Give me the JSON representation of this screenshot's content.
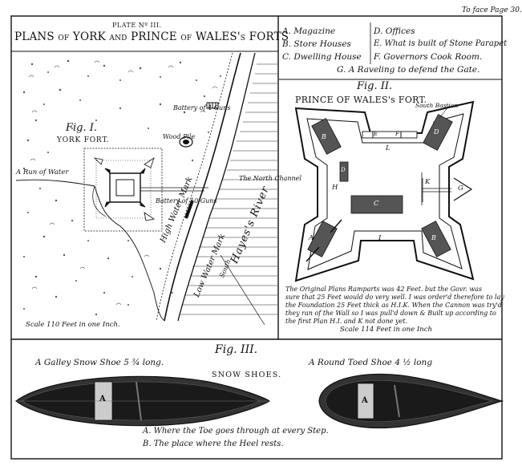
{
  "plate": {
    "number": "PLATE Nº III.",
    "face_page": "To face Page 30.",
    "title": "PLANS of YORK and PRINCE of WALES's FORTS"
  },
  "legend": {
    "left": [
      "A. Magazine",
      "B. Store Houses",
      "C. Dwelling House"
    ],
    "right": [
      "D. Offices",
      "E. What is built of Stone Parapet",
      "F. Governors Cook Room."
    ],
    "bottom": "G. A Raveling to defend the Gate."
  },
  "fig1": {
    "label": "Fig. I.",
    "name": "YORK FORT.",
    "run_of_water": "A Run of Water",
    "wood_pile": "Wood Pile",
    "battery_4": "Battery of 4 Guns",
    "battery_10": "Battery of 10 Guns",
    "north_channel": "The North Channel",
    "high_water": "High Water Mark",
    "low_water": "Low Water Mark",
    "river": "Hayes's River",
    "south": "South",
    "scale": "Scale 110 Feet in one Inch."
  },
  "fig2": {
    "label": "Fig. II.",
    "name": "PRINCE OF WALES's FORT.",
    "south_bastion": "South Bastion",
    "letters": {
      "A": "A",
      "B": "B",
      "C": "C",
      "D": "D",
      "E": "E",
      "F": "F",
      "G": "G",
      "H": "H",
      "I": "I",
      "K": "K",
      "L": "L"
    },
    "note_lines": [
      "The Original Plans Ramparts was 42 Feet. but the Govr. was",
      "sure that 25 Feet would do very well. I was order'd therefore to lay",
      "the Foundation 25 Feet thick as H.I.K. When the Cannon was try'd",
      "they ran of the Wall so I was pull'd down & Built up according to",
      "the first Plan H.I. and K not done yet."
    ],
    "scale": "Scale 114 Feet in one Inch"
  },
  "fig3": {
    "label": "Fig. III.",
    "name": "SNOW SHOES.",
    "galley": "A Galley Snow Shoe 5 ¾ long.",
    "round": "A Round Toed Shoe 4 ½ long",
    "marker_a": "A",
    "note_a": "A. Where the Toe goes through at every Step.",
    "note_b": "B. The place where the Heel rests."
  }
}
